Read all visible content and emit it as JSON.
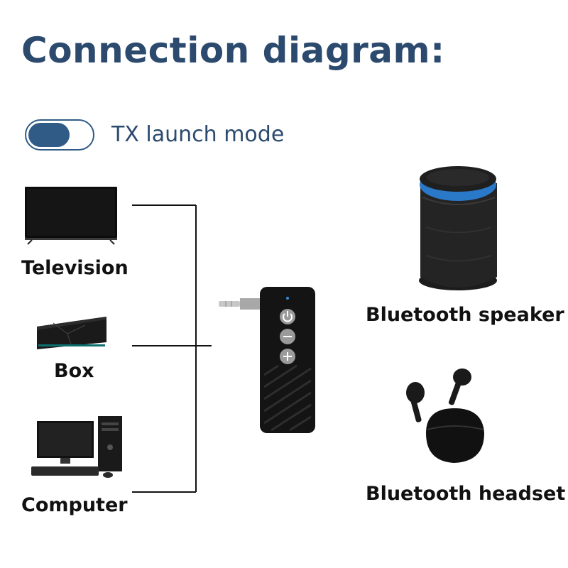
{
  "title": "Connection diagram:",
  "mode": {
    "label": "TX launch mode",
    "toggle_on": true,
    "accent": "#2f5b86"
  },
  "sources": [
    {
      "label": "Television",
      "icon": "television-icon"
    },
    {
      "label": "Box",
      "icon": "set-top-box-icon"
    },
    {
      "label": "Computer",
      "icon": "desktop-computer-icon"
    }
  ],
  "adapter": {
    "icon": "bluetooth-adapter-icon",
    "buttons": [
      "power",
      "minus",
      "plus"
    ]
  },
  "targets": [
    {
      "label": "Bluetooth speaker",
      "icon": "bluetooth-speaker-icon"
    },
    {
      "label": "Bluetooth headset",
      "icon": "bluetooth-earbuds-icon"
    }
  ],
  "colors": {
    "title": "#2b4a6e",
    "speaker_glow": "#2a78c8"
  }
}
